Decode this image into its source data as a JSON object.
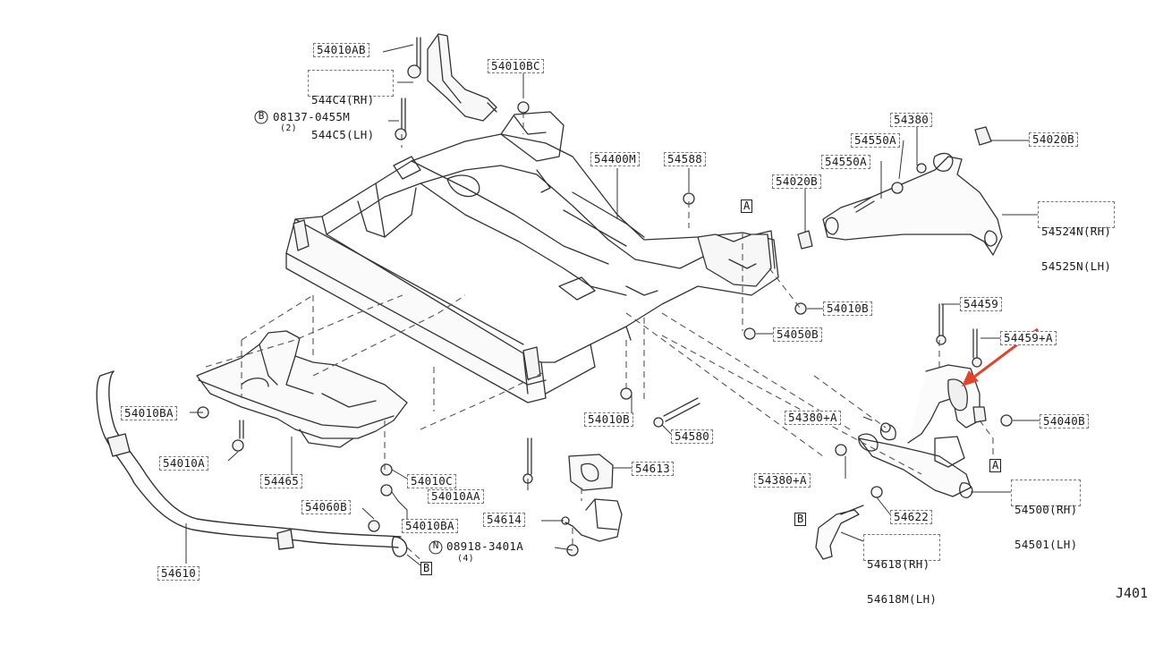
{
  "diagram_code": "J401",
  "accent_arrow_color": "#e0452b",
  "line_color": "#333333",
  "labels": {
    "p54010AB": "54010AB",
    "p544C4": "544C4(RH)",
    "p544C5": "544C5(LH)",
    "p54010BC": "54010BC",
    "p08137": "08137-0455M",
    "p08137_qty": "(2)",
    "p08137_prefix": "B",
    "p54400M": "54400M",
    "p54588": "54588",
    "p54380": "54380",
    "p54550A_1": "54550A",
    "p54550A_2": "54550A",
    "p54020B_1": "54020B",
    "p54020B_2": "54020B",
    "p54524N": "54524N(RH)",
    "p54525N": "54525N(LH)",
    "p54010B_1": "54010B",
    "p54050B": "54050B",
    "p54459": "54459",
    "p54459A": "54459+A",
    "p54010BA_1": "54010BA",
    "p54010A": "54010A",
    "p54465": "54465",
    "p54010C": "54010C",
    "p54010AA": "54010AA",
    "p54010B_2": "54010B",
    "p54580": "54580",
    "p54613": "54613",
    "p54380A_1": "54380+A",
    "p54040B": "54040B",
    "p54380A_2": "54380+A",
    "p54500": "54500(RH)",
    "p54501": "54501(LH)",
    "p54060B": "54060B",
    "p54010BA_2": "54010BA",
    "p54614": "54614",
    "p08918": "08918-3401A",
    "p08918_qty": "(4)",
    "p08918_prefix": "N",
    "p54622": "54622",
    "p54618": "54618(RH)",
    "p54618M": "54618M(LH)",
    "p54610": "54610"
  },
  "refs": {
    "A_top": "A",
    "A_right": "A",
    "B_bottom": "B",
    "B_right": "B"
  }
}
